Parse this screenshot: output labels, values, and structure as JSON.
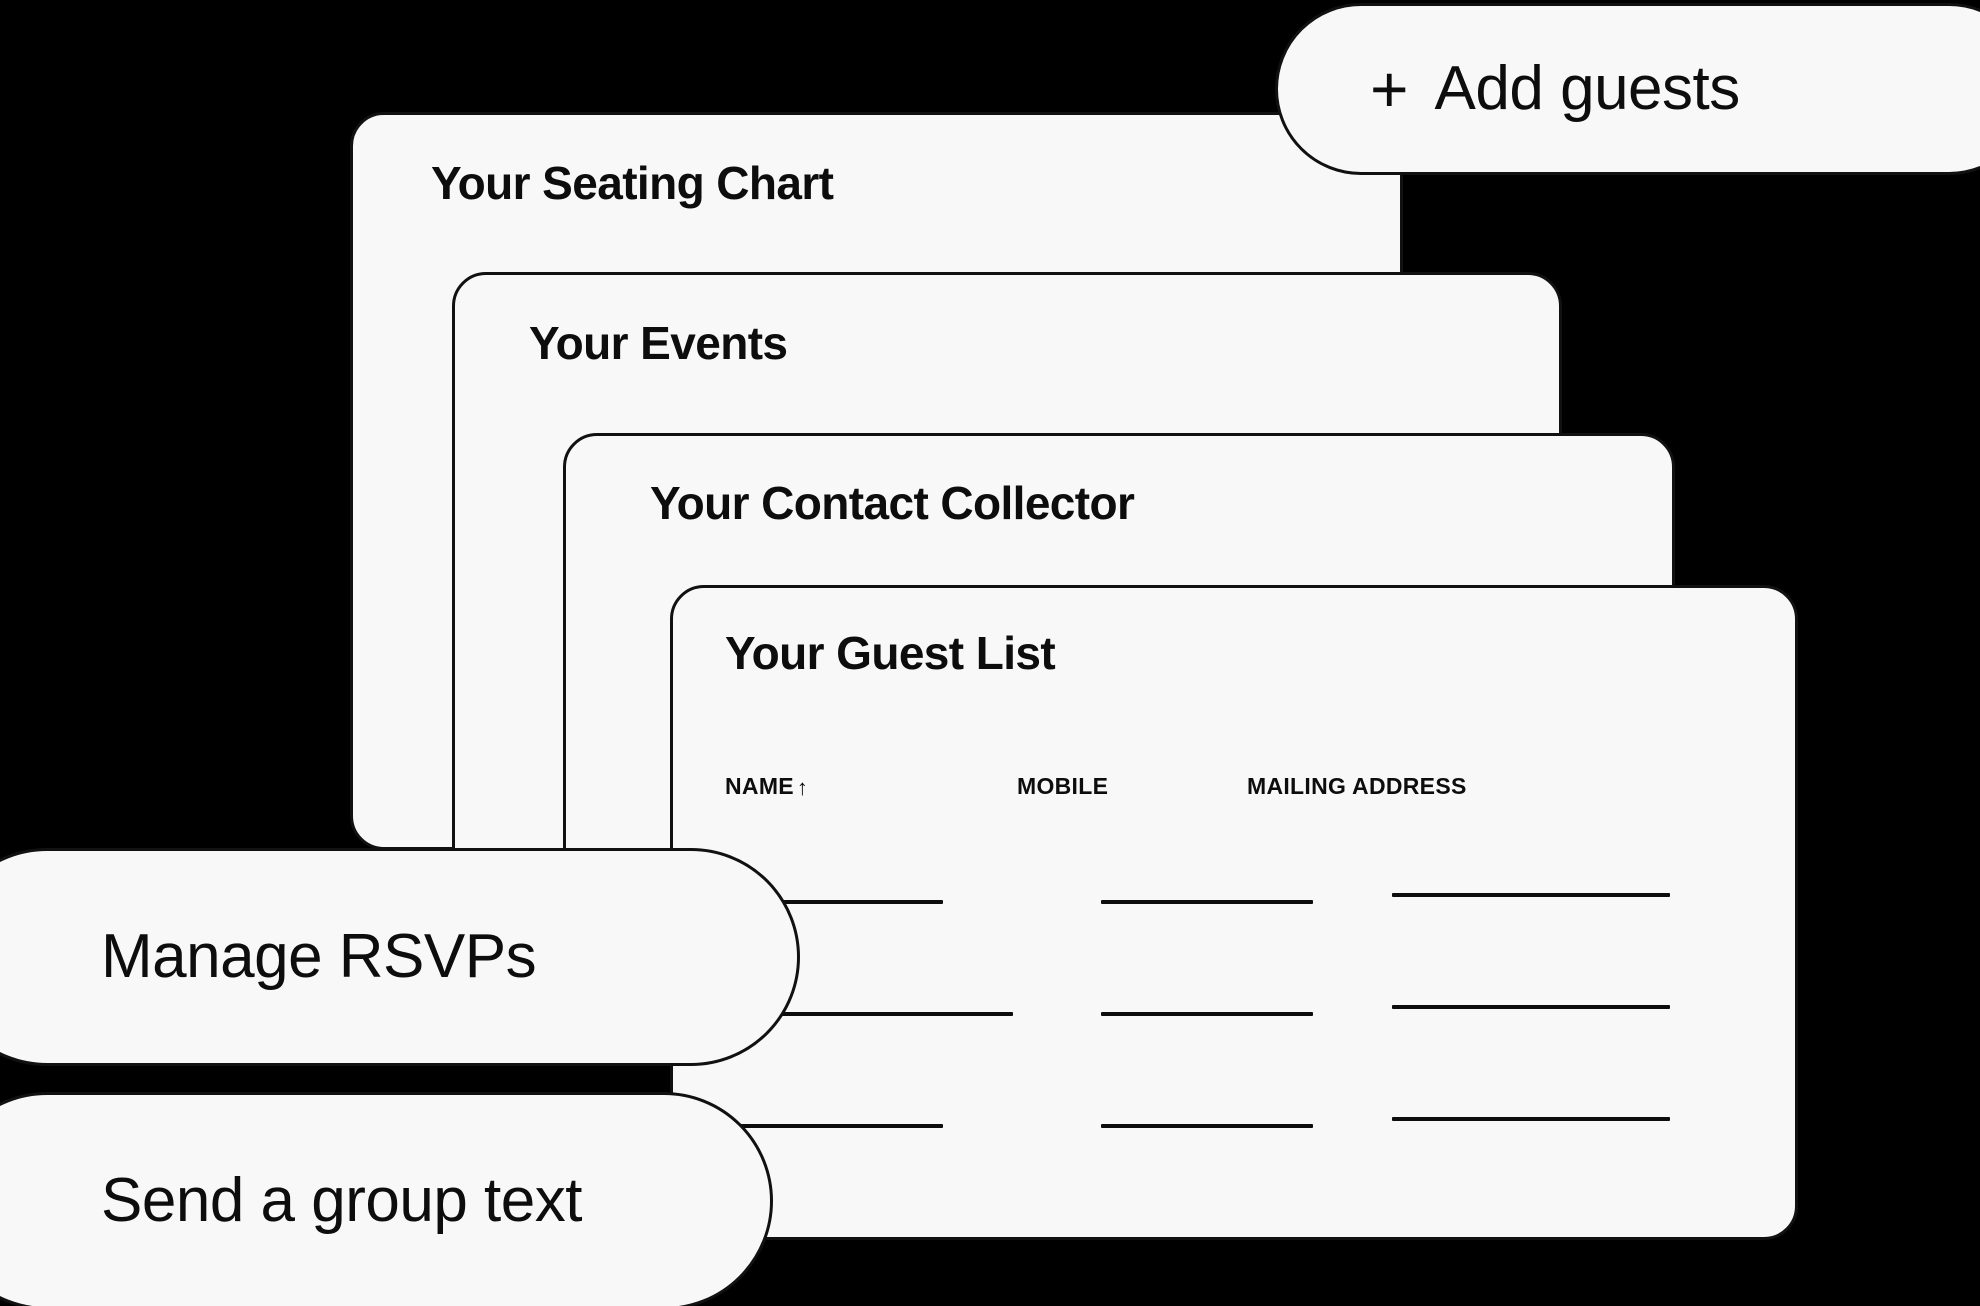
{
  "canvas": {
    "background": "#000000",
    "surface": "#f8f8f8",
    "ink": "#0d0d0d",
    "stroke": "#111111"
  },
  "cards": [
    {
      "id": "card-seating",
      "title": "Your Seating Chart"
    },
    {
      "id": "card-events",
      "title": "Your Events"
    },
    {
      "id": "card-contact",
      "title": "Your Contact Collector"
    },
    {
      "id": "card-guest",
      "title": "Your Guest List"
    }
  ],
  "guest_list": {
    "title": "Your Guest List",
    "columns": [
      {
        "key": "name",
        "label": "NAME",
        "sort_indicator": "↑"
      },
      {
        "key": "mobile",
        "label": "MOBILE",
        "sort_indicator": ""
      },
      {
        "key": "mail",
        "label": "MAILING ADDRESS",
        "sort_indicator": ""
      }
    ],
    "row_count": 3,
    "rows": [
      {
        "name": "",
        "mobile": "",
        "mail": ""
      },
      {
        "name": "",
        "mobile": "",
        "mail": ""
      },
      {
        "name": "",
        "mobile": "",
        "mail": ""
      }
    ]
  },
  "pills": [
    {
      "id": "pill-add-guests",
      "icon": "plus-icon",
      "icon_glyph": "+",
      "label": "Add guests"
    },
    {
      "id": "pill-manage-rsvps",
      "icon": null,
      "icon_glyph": "",
      "label": "Manage RSVPs"
    },
    {
      "id": "pill-send-text",
      "icon": null,
      "icon_glyph": "",
      "label": "Send a group text"
    }
  ]
}
